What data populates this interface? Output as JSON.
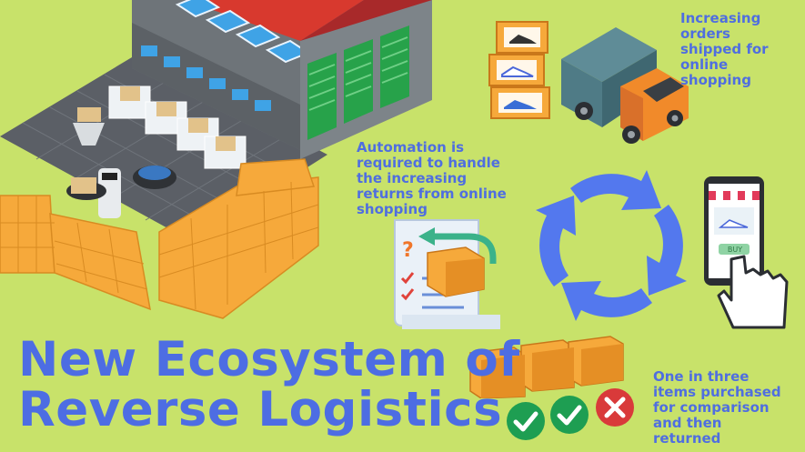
{
  "title": {
    "line1": "New Ecosystem of",
    "line2": "Reverse Logistics"
  },
  "captions": {
    "orders": "Increasing orders shipped for online shopping",
    "automation": "Automation is required to handle the increasing returns from online shopping",
    "returns": "One in three items purchased for comparison and then returned"
  },
  "phone": {
    "buy_label": "BUY"
  },
  "colors": {
    "background": "#c8e26a",
    "text_blue": "#4d6de3",
    "box_orange": "#f6a93b",
    "truck_teal": "#4f7b86",
    "check_green": "#1e9e52",
    "cross_red": "#d93a3a"
  },
  "icons": [
    "warehouse",
    "shoe-boxes",
    "delivery-truck",
    "cycle-arrows",
    "smartphone-shop",
    "return-checklist",
    "cardboard-boxes",
    "check-mark",
    "cross-mark"
  ]
}
